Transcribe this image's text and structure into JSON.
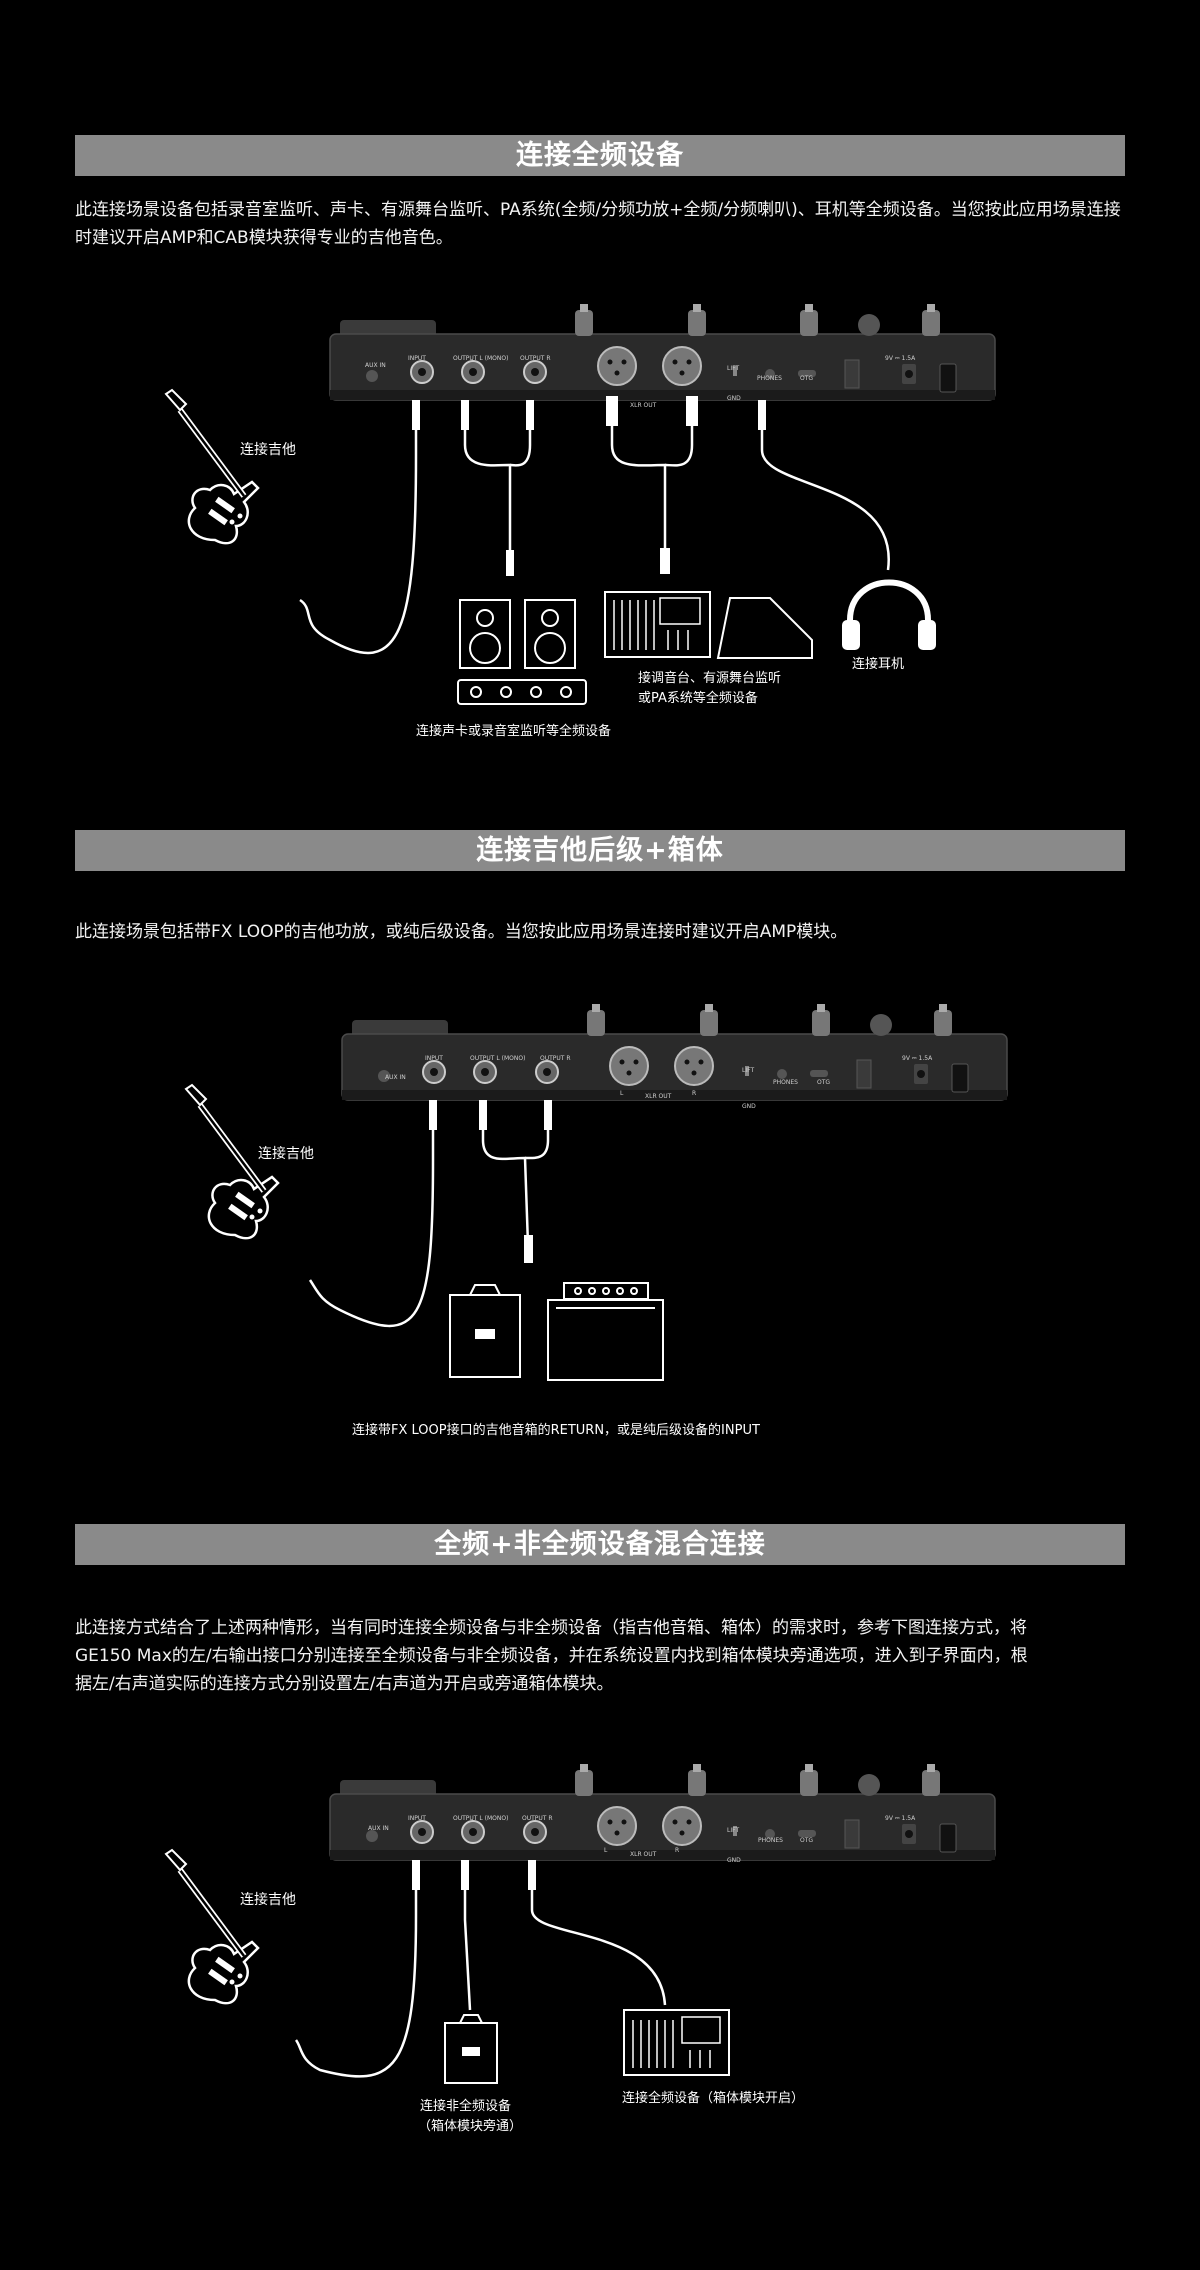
{
  "colors": {
    "background": "#000000",
    "section_bar": "#8a8a8a",
    "pedal_body": "#2a2a2a",
    "cable": "#ffffff"
  },
  "icons": [
    "guitar-icon",
    "studio-monitor-icon",
    "audio-interface-icon",
    "mixer-icon",
    "stage-monitor-icon",
    "headphones-icon",
    "guitar-amp-icon",
    "combo-amp-icon",
    "xlr-connector-icon",
    "jack-plug-icon"
  ],
  "pedal_labels": {
    "aux_in": "AUX IN",
    "input": "INPUT",
    "output_l": "OUTPUT L (MONO)",
    "output_r": "OUTPUT R",
    "xlr_out": "XLR OUT",
    "xlr_l": "L",
    "xlr_r": "R",
    "lift": "LIFT",
    "gnd": "GND",
    "phones": "PHONES",
    "otg": "OTG",
    "power": "9V ⎓ 1.5A"
  },
  "sections": [
    {
      "title": "连接全频设备",
      "description": "此连接场景设备包括录音室监听、声卡、有源舞台监听、PA系统(全频/分频功放+全频/分频喇叭)、耳机等全频设备。当您按此应用场景连接时建议开启AMP和CAB模块获得专业的吉他音色。",
      "guitar_label": "连接吉他",
      "monitor_label": "连接声卡或录音室监听等全频设备",
      "mixer_label_line1": "接调音台、有源舞台监听",
      "mixer_label_line2": "或PA系统等全频设备",
      "headphones_label": "连接耳机"
    },
    {
      "title": "连接吉他后级+箱体",
      "description": "此连接场景包括带FX LOOP的吉他功放，或纯后级设备。当您按此应用场景连接时建议开启AMP模块。",
      "guitar_label": "连接吉他",
      "amp_label": "连接带FX LOOP接口的吉他音箱的RETURN，或是纯后级设备的INPUT"
    },
    {
      "title": "全频+非全频设备混合连接",
      "description_lines": [
        "此连接方式结合了上述两种情形，当有同时连接全频设备与非全频设备（指吉他音箱、箱体）的需求时，参考下图连接方式，将",
        "GE150 Max的左/右输出接口分别连接至全频设备与非全频设备，并在系统设置内找到箱体模块旁通选项，进入到子界面内，根",
        "据左/右声道实际的连接方式分别设置左/右声道为开启或旁通箱体模块。"
      ],
      "guitar_label": "连接吉他",
      "amp_label_line1": "连接非全频设备",
      "amp_label_line2": "（箱体模块旁通）",
      "mixer_label": "连接全频设备（箱体模块开启）"
    }
  ]
}
